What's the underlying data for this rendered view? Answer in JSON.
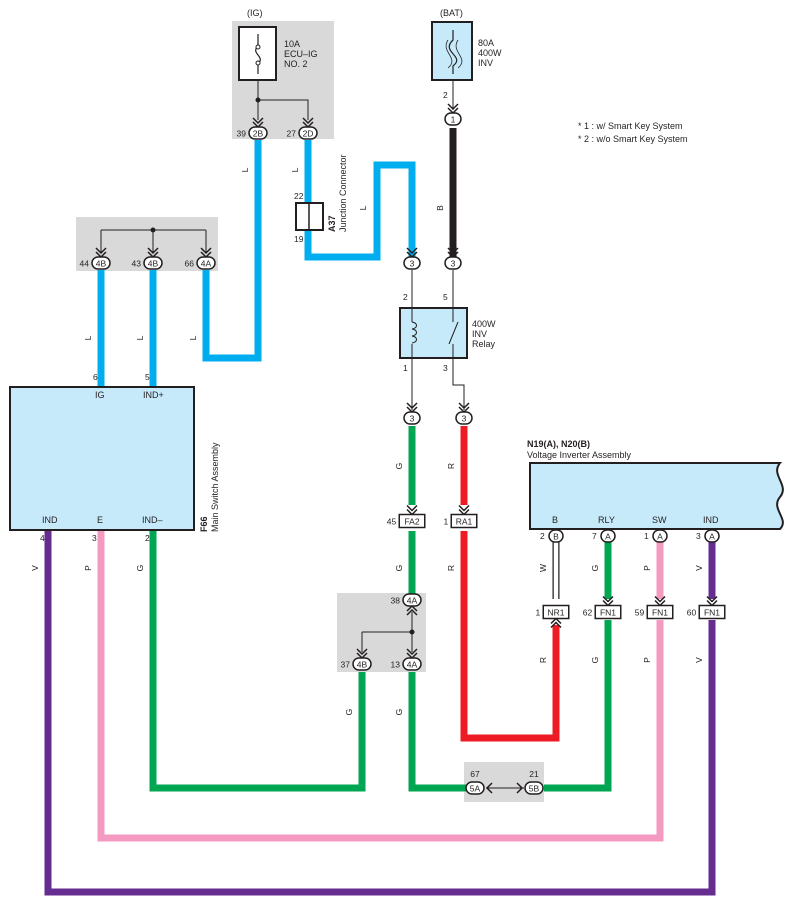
{
  "colors": {
    "L": "#00aeef",
    "B": "#231f20",
    "G": "#00a651",
    "R": "#ed1c24",
    "P": "#f49ac1",
    "V": "#662d91",
    "W": "#ffffff",
    "component_fill": "#c7eafb",
    "junction_block": "#d9d9d9"
  },
  "notes": [
    "* 1 : w/ Smart Key System",
    "* 2 : w/o Smart Key System"
  ],
  "fuses": {
    "ig": {
      "source": "(IG)",
      "rating": "10A",
      "name_line1": "ECU–IG",
      "name_line2": "NO. 2"
    },
    "bat": {
      "source": "(BAT)",
      "rating": "80A",
      "name_line1": "400W",
      "name_line2": "INV",
      "pin": "2"
    }
  },
  "relay": {
    "line1": "400W",
    "line2": "INV",
    "line3": "Relay",
    "pins": {
      "coil_top": "2",
      "switch_top": "5",
      "coil_bottom": "1",
      "switch_bottom": "3"
    }
  },
  "junction_connector": {
    "code": "A37",
    "name": "Junction Connector",
    "pin_top": "22",
    "pin_bottom": "19"
  },
  "main_switch": {
    "code": "F66",
    "name": "Main Switch Assembly",
    "top_terminals": [
      {
        "pin": "6",
        "label": "IG"
      },
      {
        "pin": "5",
        "label": "IND+"
      }
    ],
    "bottom_terminals": [
      {
        "pin": "4",
        "label": "IND"
      },
      {
        "pin": "3",
        "label": "E"
      },
      {
        "pin": "2",
        "label": "IND–"
      }
    ]
  },
  "inverter": {
    "code": "N19(A), N20(B)",
    "name": "Voltage Inverter Assembly",
    "terminals": [
      {
        "label": "B",
        "pin": "2",
        "conn": "B"
      },
      {
        "label": "RLY",
        "pin": "7",
        "conn": "A"
      },
      {
        "label": "SW",
        "pin": "1",
        "conn": "A"
      },
      {
        "label": "IND",
        "pin": "3",
        "conn": "A"
      }
    ]
  },
  "connectors": {
    "ig_2b": {
      "pin": "39",
      "code": "2B"
    },
    "ig_2d": {
      "pin": "27",
      "code": "2D"
    },
    "jb1_44": {
      "pin": "44",
      "code": "4B"
    },
    "jb1_43": {
      "pin": "43",
      "code": "4B"
    },
    "jb1_66": {
      "pin": "66",
      "code": "4A"
    },
    "bat_1": {
      "code": "1"
    },
    "relay_in_l": {
      "code": "3"
    },
    "relay_in_b": {
      "code": "3"
    },
    "relay_out_g": {
      "code": "3"
    },
    "relay_out_r": {
      "code": "3"
    },
    "fa2": {
      "pin": "45",
      "code": "FA2"
    },
    "ra1": {
      "pin": "1",
      "code": "RA1"
    },
    "nr1": {
      "pin": "1",
      "code": "NR1"
    },
    "fn1_62": {
      "pin": "62",
      "code": "FN1"
    },
    "fn1_59": {
      "pin": "59",
      "code": "FN1"
    },
    "fn1_60": {
      "pin": "60",
      "code": "FN1"
    },
    "jb2_38": {
      "pin": "38",
      "code": "4A"
    },
    "jb2_37": {
      "pin": "37",
      "code": "4B"
    },
    "jb2_13": {
      "pin": "13",
      "code": "4A"
    },
    "jb3_67": {
      "pin": "67",
      "code": "5A"
    },
    "jb3_21": {
      "pin": "21",
      "code": "5B"
    }
  },
  "wire_labels": {
    "l_2b": "L",
    "l_2d": "L",
    "l_jc": "L",
    "b_bat": "B",
    "l_44": "L",
    "l_43": "L",
    "l_66": "L",
    "g_relay": "G",
    "r_relay": "R",
    "g_fa2": "G",
    "r_ra1": "R",
    "v_ms": "V",
    "p_ms": "P",
    "g_ms": "G",
    "g_jb37": "G",
    "g_jb13": "G",
    "w_inv": "W",
    "r_nr1": "R",
    "g_inv": "G",
    "g_fn62": "G",
    "p_inv": "P",
    "p_fn59": "P",
    "v_inv": "V",
    "v_fn60": "V"
  }
}
